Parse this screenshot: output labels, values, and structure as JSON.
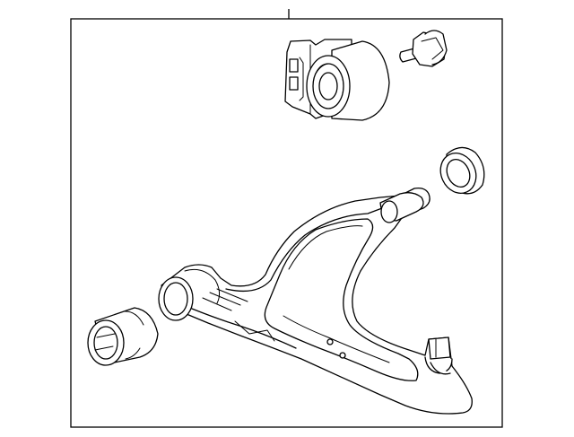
{
  "diagram": {
    "type": "exploded-parts-view",
    "parts": [
      "lower-control-arm",
      "rear-bushing",
      "bushing-bolt",
      "ball-joint-seal",
      "front-bushing"
    ],
    "colors": {
      "line": "#000000",
      "background": "#ffffff"
    }
  }
}
